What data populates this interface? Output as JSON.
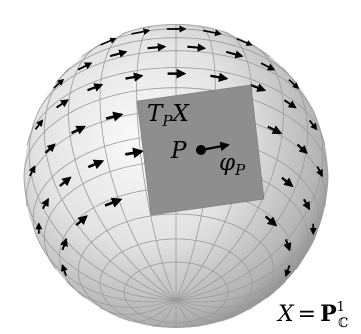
{
  "diagram": {
    "tangent_plane_label": {
      "main": "T",
      "sub": "P",
      "tail": "X"
    },
    "point_label": "P",
    "vector_label": {
      "main": "φ",
      "sub": "P"
    },
    "space_label": {
      "lhs": "X",
      "eq": "=",
      "P": "P",
      "sup": "1",
      "sub": "ℂ"
    }
  },
  "colors": {
    "sphere_light": "#fafafa",
    "sphere_mid": "#d4d4d4",
    "sphere_dark": "#6e6e6e",
    "grid": "#9a9a9a",
    "arrow": "#000000",
    "tangent_plane": "#8e8e8e"
  }
}
